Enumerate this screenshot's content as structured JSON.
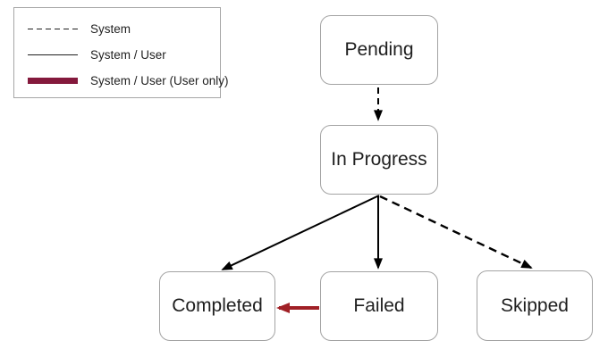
{
  "legend": {
    "items": [
      {
        "label": "System",
        "style": "dashed"
      },
      {
        "label": "System / User",
        "style": "solid"
      },
      {
        "label": "System / User (User only)",
        "style": "thick"
      }
    ]
  },
  "nodes": {
    "pending": {
      "label": "Pending"
    },
    "in_progress": {
      "label": "In Progress"
    },
    "completed": {
      "label": "Completed"
    },
    "failed": {
      "label": "Failed"
    },
    "skipped": {
      "label": "Skipped"
    }
  },
  "edges": [
    {
      "from": "Pending",
      "to": "In Progress",
      "line": "dashed",
      "trigger": "System"
    },
    {
      "from": "In Progress",
      "to": "Completed",
      "line": "solid",
      "trigger": "System / User"
    },
    {
      "from": "In Progress",
      "to": "Failed",
      "line": "solid",
      "trigger": "System / User"
    },
    {
      "from": "In Progress",
      "to": "Skipped",
      "line": "dashed",
      "trigger": "System"
    },
    {
      "from": "Failed",
      "to": "Completed",
      "line": "thick",
      "trigger": "System / User (User only)"
    }
  ],
  "colors": {
    "page-bg": "#ffffff",
    "text": "#1f1f1f",
    "node-border": "#a3a3a3",
    "node-fill": "#ffffff",
    "edge-black": "#000000",
    "edge-red": "#a02026",
    "legend-red": "#84193c",
    "legend-border": "#a6a6a6"
  }
}
